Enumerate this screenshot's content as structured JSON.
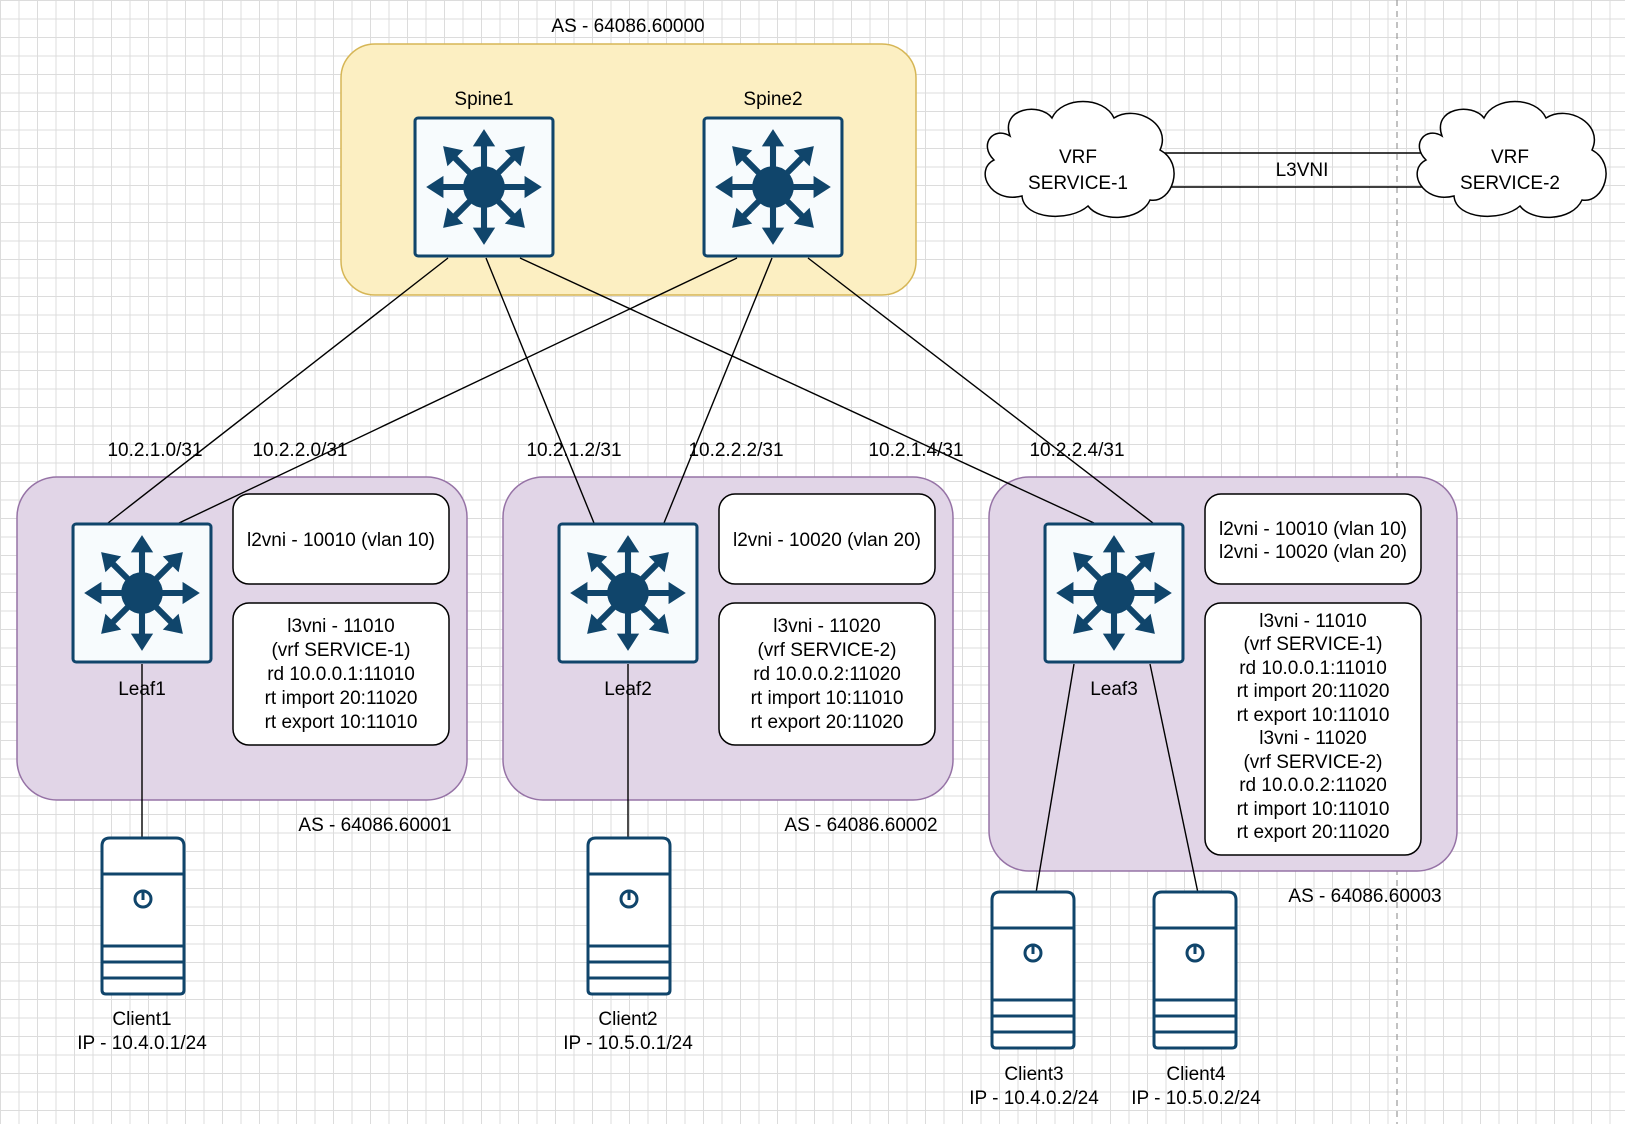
{
  "as_labels": {
    "spine": "AS - 64086.60000",
    "leaf1": "AS - 64086.60001",
    "leaf2": "AS - 64086.60002",
    "leaf3": "AS - 64086.60003"
  },
  "devices": {
    "spine1": "Spine1",
    "spine2": "Spine2",
    "leaf1": "Leaf1",
    "leaf2": "Leaf2",
    "leaf3": "Leaf3"
  },
  "clients": [
    {
      "name": "Client1",
      "ip": "IP - 10.4.0.1/24"
    },
    {
      "name": "Client2",
      "ip": "IP - 10.5.0.1/24"
    },
    {
      "name": "Client3",
      "ip": "IP - 10.4.0.2/24"
    },
    {
      "name": "Client4",
      "ip": "IP - 10.5.0.2/24"
    }
  ],
  "links": [
    "10.2.1.0/31",
    "10.2.2.0/31",
    "10.2.1.2/31",
    "10.2.2.2/31",
    "10.2.1.4/31",
    "10.2.2.4/31"
  ],
  "leaf1_l2": [
    "l2vni - 10010 (vlan 10)"
  ],
  "leaf1_l3": [
    "l3vni - 11010",
    "(vrf SERVICE-1)",
    "rd 10.0.0.1:11010",
    "rt import 20:11020",
    "rt export 10:11010"
  ],
  "leaf2_l2": [
    "l2vni - 10020 (vlan 20)"
  ],
  "leaf2_l3": [
    "l3vni - 11020",
    "(vrf SERVICE-2)",
    "rd 10.0.0.2:11020",
    "rt import 10:11010",
    "rt export 20:11020"
  ],
  "leaf3_l2": [
    "l2vni - 10010 (vlan 10)",
    "l2vni - 10020 (vlan 20)"
  ],
  "leaf3_l3": [
    "l3vni - 11010",
    "(vrf SERVICE-1)",
    "rd 10.0.0.1:11010",
    "rt import 20:11020",
    "rt export 10:11010",
    "l3vni - 11020",
    "(vrf SERVICE-2)",
    "rd 10.0.0.2:11020",
    "rt import 10:11010",
    "rt export 20:11020"
  ],
  "vrf": {
    "left": [
      "VRF",
      "SERVICE-1"
    ],
    "right": [
      "VRF",
      "SERVICE-2"
    ],
    "link_label": "L3VNI"
  },
  "colors": {
    "spine_area_fill": "#fcefc2",
    "spine_area_border": "#d6b656",
    "leaf_area_fill": "#e1d5e7",
    "leaf_area_border": "#9673a6",
    "device_icon": "#10456b"
  },
  "icons": {
    "switch": "layer3-switch-icon",
    "server": "server-tower-icon",
    "cloud": "cloud-shape"
  }
}
